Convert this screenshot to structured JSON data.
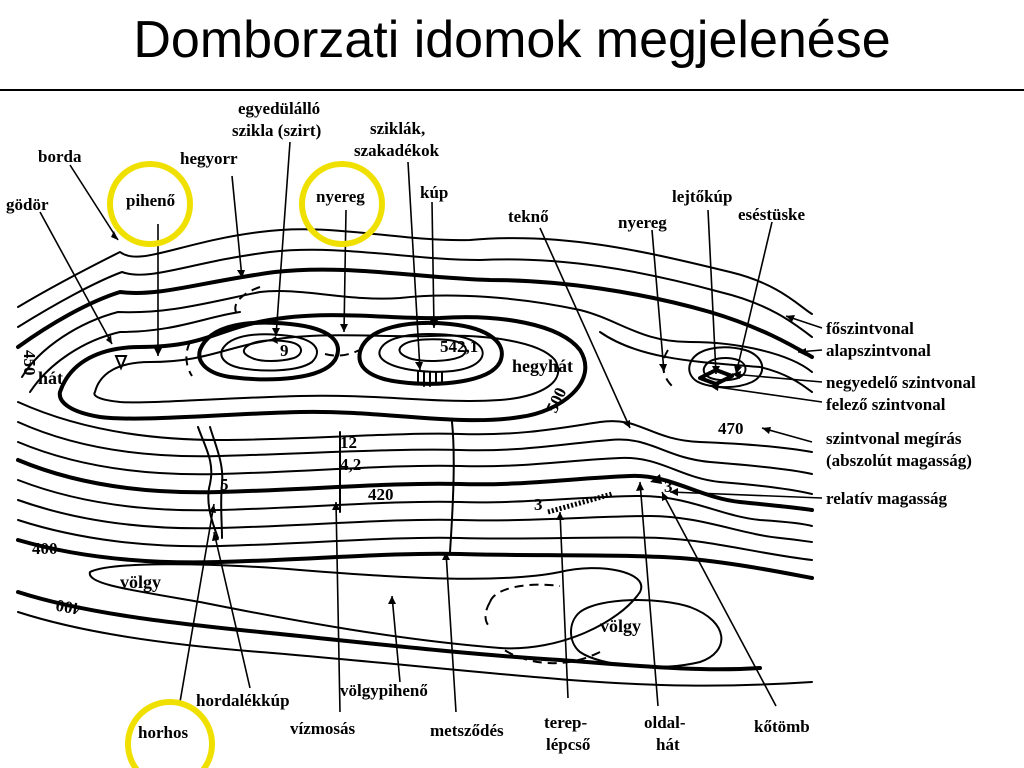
{
  "title": "Domborzati idomok megjelenése",
  "top_labels": {
    "borda": "borda",
    "godor": "gödör",
    "piheno": "pihenő",
    "hegyorr": "hegyorr",
    "szirt_1": "egyedülálló",
    "szirt_2": "szikla (szirt)",
    "nyereg1": "nyereg",
    "sziklak_1": "sziklák,",
    "sziklak_2": "szakadékok",
    "kup": "kúp",
    "tekno": "teknő",
    "nyereg2": "nyereg",
    "lejtokup": "lejtőkúp",
    "estuske": "eséstüske"
  },
  "right_labels": {
    "foszint": "főszintvonal",
    "alapszint": "alapszintvonal",
    "negyedelo": "negyedelő szintvonal",
    "felezo": "felező szintvonal",
    "megiras_1": "szintvonal megírás",
    "megiras_2": "(abszolút magasság)",
    "relativ": "relatív magasság"
  },
  "bottom_labels": {
    "horhos": "horhos",
    "hordalekkup": "hordalékkúp",
    "vizmosas": "vízmosás",
    "volgypiheno": "völgypihenő",
    "metszodes": "metsződés",
    "terep_1": "terep-",
    "terep_2": "lépcső",
    "oldal_1": "oldal-",
    "oldal_2": "hát",
    "kotomb": "kőtömb"
  },
  "map_labels": {
    "hat": "hát",
    "hegyhat": "hegyhát",
    "volgy1": "völgy",
    "volgy2": "völgy",
    "v9": "9",
    "v542": "542,1",
    "v5": "5",
    "v12": "12",
    "v42": "4,2",
    "v3a": "3",
    "v3b": "3",
    "e450": "450",
    "e500": "500",
    "e470": "470",
    "e420": "420",
    "e400a": "400",
    "e400b": "400"
  },
  "highlight_color": "#f0e000"
}
